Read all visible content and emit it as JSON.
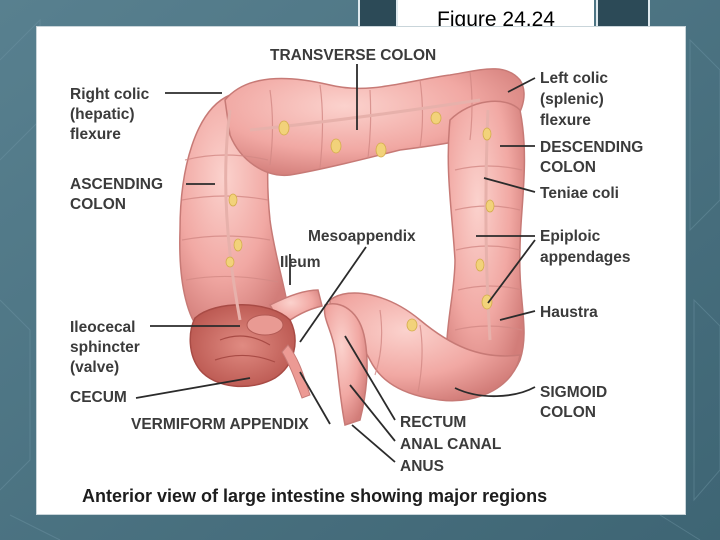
{
  "slide": {
    "title": "Figure 24.24"
  },
  "figure": {
    "labels": {
      "transverse_colon": "TRANSVERSE COLON",
      "right_colic": [
        "Right colic",
        "(hepatic)",
        "flexure"
      ],
      "left_colic": [
        "Left colic",
        "(splenic)",
        "flexure"
      ],
      "descending_colon": [
        "DESCENDING",
        "COLON"
      ],
      "teniae_coli": "Teniae coli",
      "ascending_colon": [
        "ASCENDING",
        "COLON"
      ],
      "mesoappendix": "Mesoappendix",
      "ileum": "Ileum",
      "epiploic": [
        "Epiploic",
        "appendages"
      ],
      "haustra": "Haustra",
      "ileocecal": [
        "Ileocecal",
        "sphincter",
        "(valve)"
      ],
      "cecum": "CECUM",
      "sigmoid_colon": [
        "SIGMOID",
        "COLON"
      ],
      "vermiform_appendix": "VERMIFORM APPENDIX",
      "rectum": "RECTUM",
      "anal_canal": "ANAL CANAL",
      "anus": "ANUS"
    },
    "caption": "Anterior view of large intestine showing major regions",
    "colors": {
      "intestine": "#f1a8a3",
      "intestine_shade": "#d8827f",
      "fat": "#f2d27a",
      "cecum_interior": "#cf6a62",
      "leader": "#2b2b2b"
    }
  }
}
